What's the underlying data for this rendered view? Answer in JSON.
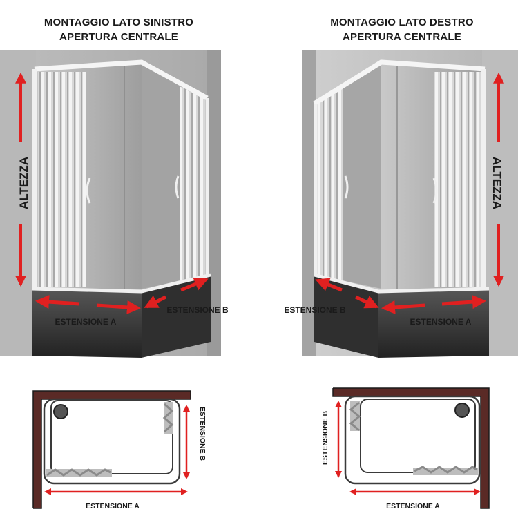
{
  "left_panel": {
    "title_line1": "MONTAGGIO LATO SINISTRO",
    "title_line2": "APERTURA CENTRALE",
    "height_label": "ALTEZZA",
    "ext_a": "ESTENSIONE A",
    "ext_b": "ESTENSIONE B"
  },
  "right_panel": {
    "title_line1": "MONTAGGIO LATO DESTRO",
    "title_line2": "APERTURA CENTRALE",
    "height_label": "ALTEZZA",
    "ext_a": "ESTENSIONE A",
    "ext_b": "ESTENSIONE B"
  },
  "plan_left": {
    "ext_a": "ESTENSIONE A",
    "ext_b": "ESTENSIONE B"
  },
  "plan_right": {
    "ext_a": "ESTENSIONE A",
    "ext_b": "ESTENSIONE B"
  },
  "colors": {
    "arrow": "#e02020",
    "wall": "#5a2a26",
    "tray": "#2b2b2b"
  }
}
